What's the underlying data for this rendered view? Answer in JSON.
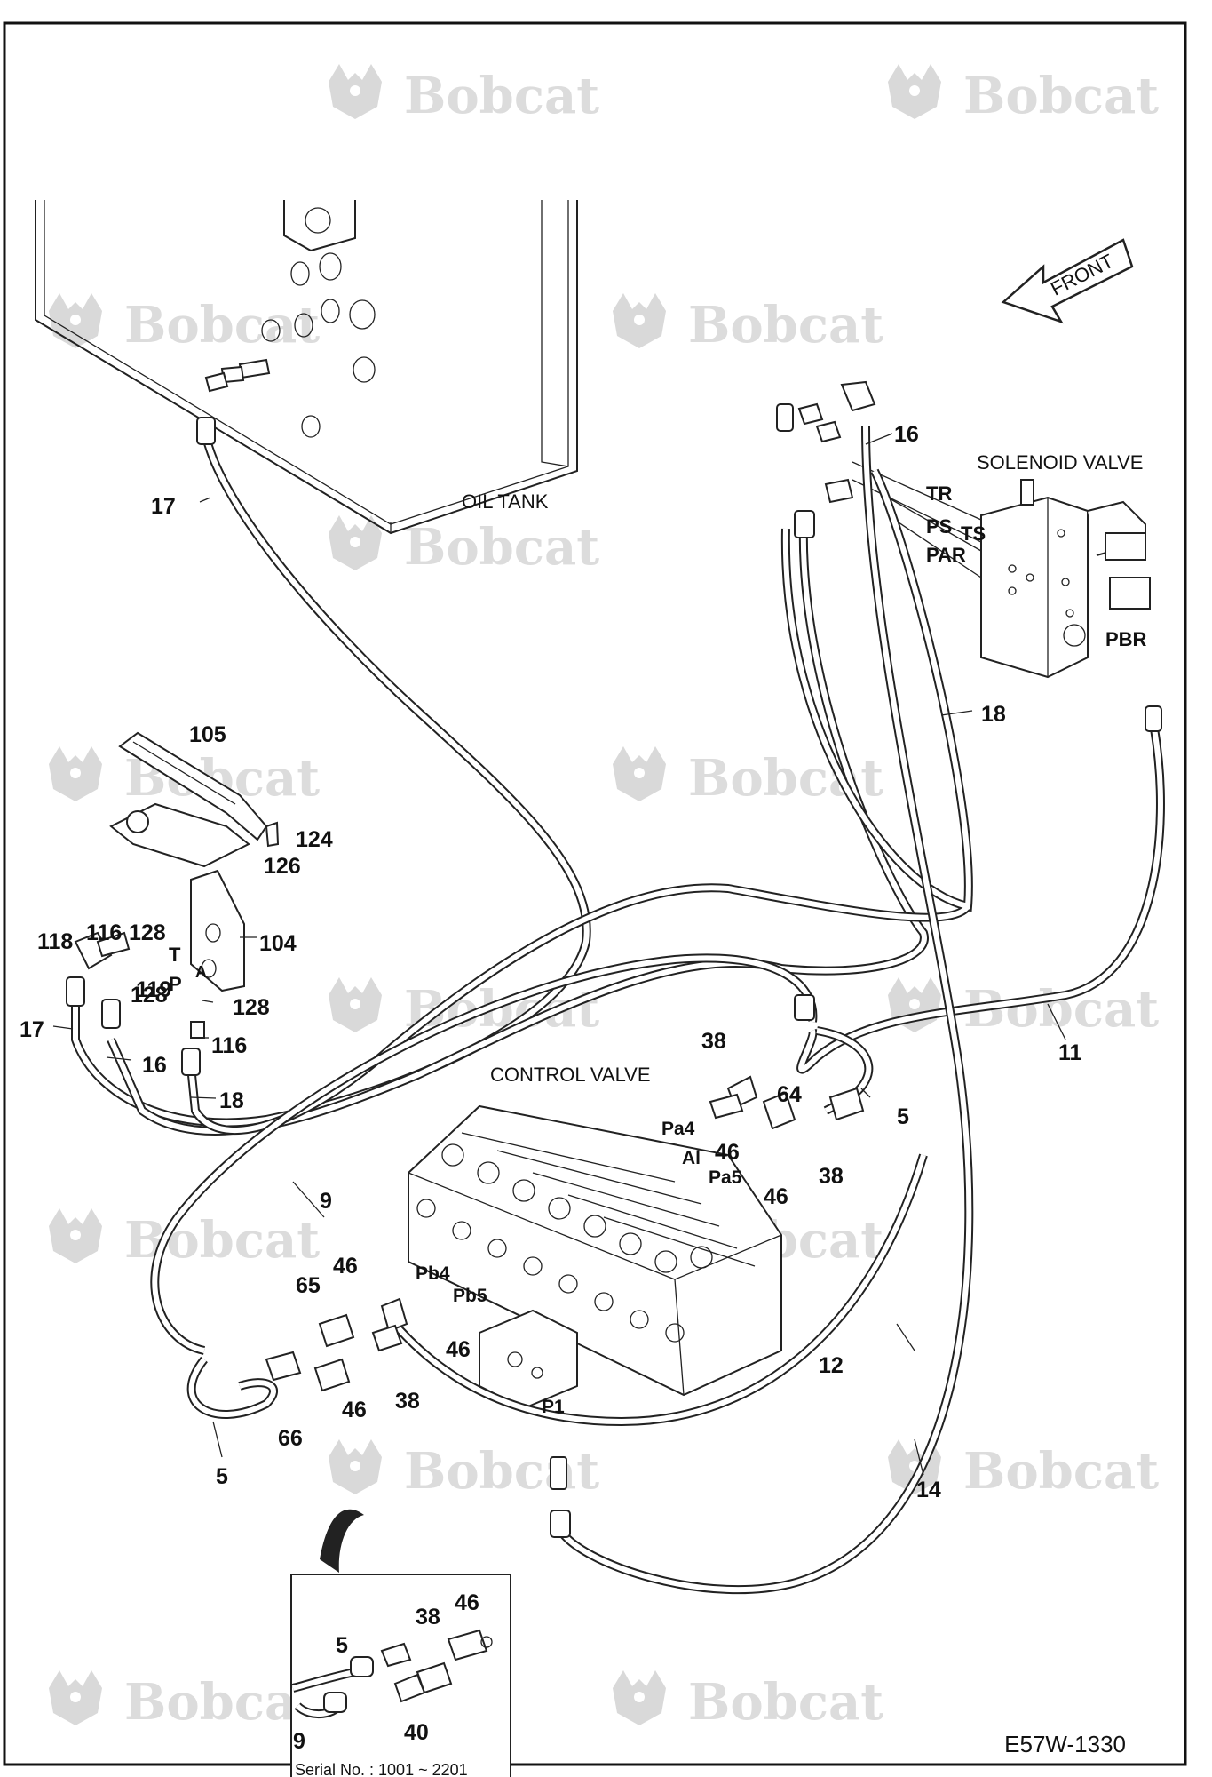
{
  "watermark": {
    "brand_text": "Bobcat",
    "color": "#dcdcdc"
  },
  "labels": {
    "oil_tank": "OIL TANK",
    "solenoid_valve": "SOLENOID VALVE",
    "control_valve": "CONTROL VALVE",
    "front": "FRONT",
    "drawing_number": "E57W-1330",
    "serial_note": "Serial No. : 1001 ~ 2201"
  },
  "port_labels": [
    "TR",
    "PS",
    "TS",
    "PAR",
    "PBR",
    "T",
    "P",
    "A",
    "Pa4",
    "Al",
    "Pa5",
    "Pb4",
    "Pb5",
    "P1"
  ],
  "callouts": [
    "16",
    "17",
    "18",
    "105",
    "124",
    "126",
    "118",
    "116",
    "128",
    "104",
    "128",
    "119",
    "128",
    "116",
    "17",
    "16",
    "18",
    "38",
    "64",
    "5",
    "46",
    "46",
    "38",
    "9",
    "11",
    "46",
    "65",
    "46",
    "38",
    "46",
    "66",
    "5",
    "12",
    "14"
  ],
  "inset_callouts": [
    "38",
    "46",
    "5",
    "9",
    "40"
  ],
  "colors": {
    "line": "#222222",
    "background": "#ffffff"
  }
}
